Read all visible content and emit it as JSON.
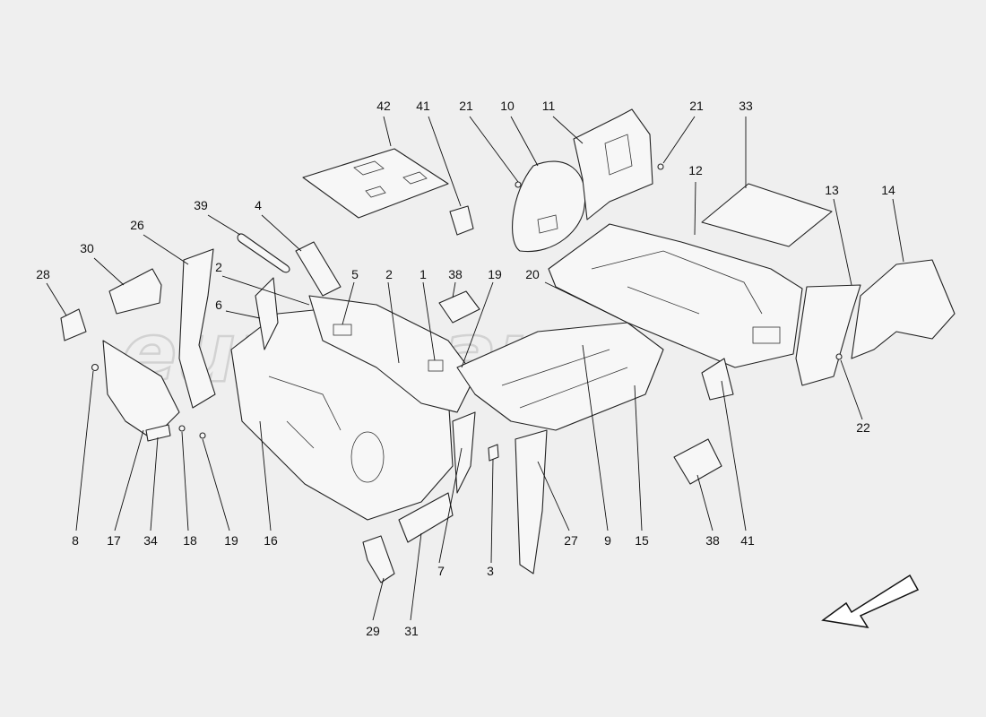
{
  "diagram": {
    "watermark_text": "eurospares",
    "colors": {
      "background": "#efefef",
      "line": "#222222",
      "part_fill": "#f7f7f7",
      "watermark": "#d2d2d2"
    },
    "direction_arrow_icon": "arrow-down-left",
    "labels": [
      {
        "id": "l42a",
        "text": "42"
      },
      {
        "id": "l41a",
        "text": "41"
      },
      {
        "id": "l21a",
        "text": "21"
      },
      {
        "id": "l10",
        "text": "10"
      },
      {
        "id": "l11",
        "text": "11"
      },
      {
        "id": "l21b",
        "text": "21"
      },
      {
        "id": "l33",
        "text": "33"
      },
      {
        "id": "l12",
        "text": "12"
      },
      {
        "id": "l13",
        "text": "13"
      },
      {
        "id": "l14",
        "text": "14"
      },
      {
        "id": "l39",
        "text": "39"
      },
      {
        "id": "l4",
        "text": "4"
      },
      {
        "id": "l26",
        "text": "26"
      },
      {
        "id": "l30",
        "text": "30"
      },
      {
        "id": "l28",
        "text": "28"
      },
      {
        "id": "l2a",
        "text": "2"
      },
      {
        "id": "l6",
        "text": "6"
      },
      {
        "id": "l5",
        "text": "5"
      },
      {
        "id": "l2b",
        "text": "2"
      },
      {
        "id": "l1",
        "text": "1"
      },
      {
        "id": "l38a",
        "text": "38"
      },
      {
        "id": "l19a",
        "text": "19"
      },
      {
        "id": "l20",
        "text": "20"
      },
      {
        "id": "l22",
        "text": "22"
      },
      {
        "id": "l8",
        "text": "8"
      },
      {
        "id": "l17",
        "text": "17"
      },
      {
        "id": "l34",
        "text": "34"
      },
      {
        "id": "l18",
        "text": "18"
      },
      {
        "id": "l19b",
        "text": "19"
      },
      {
        "id": "l16",
        "text": "16"
      },
      {
        "id": "l7",
        "text": "7"
      },
      {
        "id": "l3",
        "text": "3"
      },
      {
        "id": "l27",
        "text": "27"
      },
      {
        "id": "l9",
        "text": "9"
      },
      {
        "id": "l15",
        "text": "15"
      },
      {
        "id": "l38b",
        "text": "38"
      },
      {
        "id": "l41b",
        "text": "41"
      },
      {
        "id": "l29",
        "text": "29"
      },
      {
        "id": "l31",
        "text": "31"
      }
    ]
  }
}
